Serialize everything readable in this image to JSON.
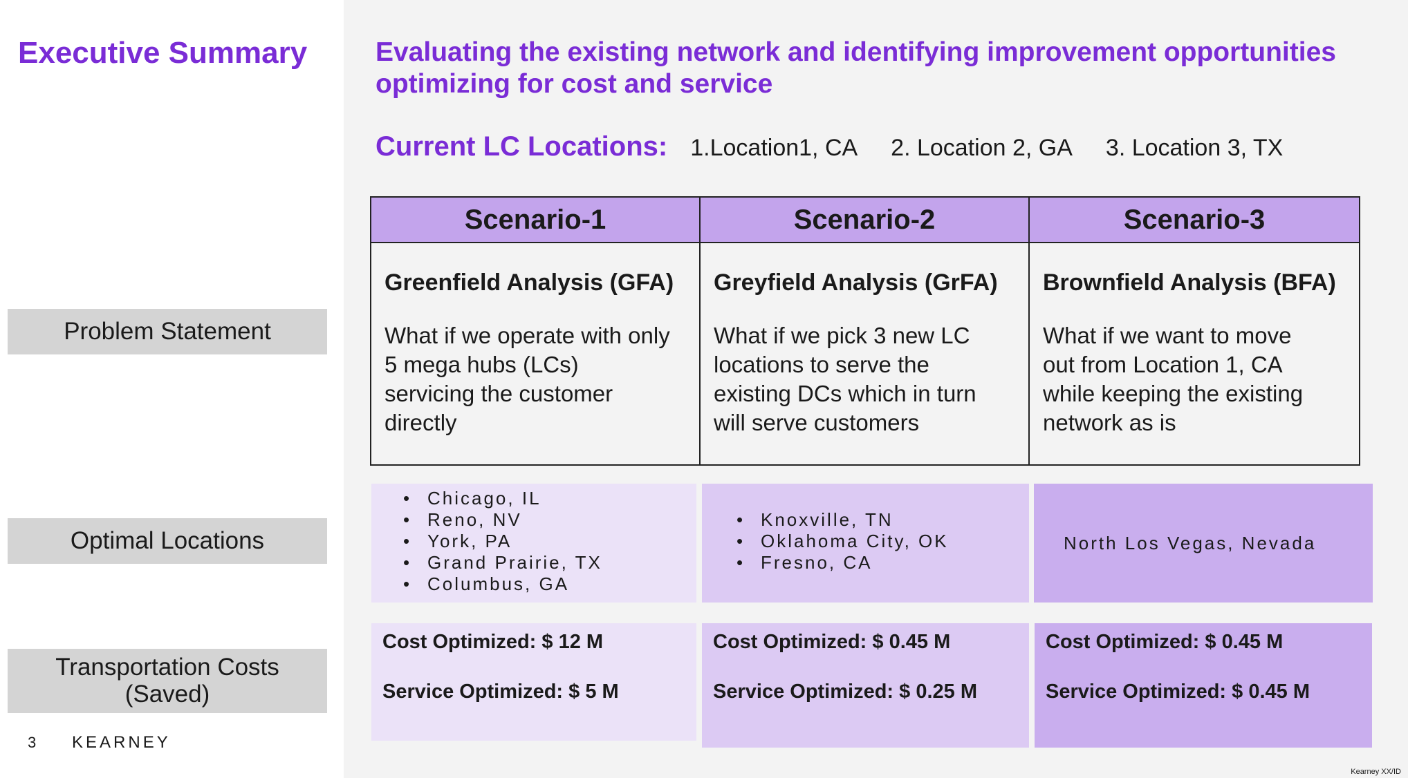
{
  "sidebar": {
    "title": "Executive Summary",
    "row_labels": {
      "problem": "Problem Statement",
      "locations": "Optimal Locations",
      "costs_line1": "Transportation Costs",
      "costs_line2": "(Saved)"
    }
  },
  "footer": {
    "page_number": "3",
    "brand": "KEARNEY",
    "note": "Kearney XX/ID"
  },
  "main": {
    "headline_line1": "Evaluating the existing network and identifying improvement opportunities",
    "headline_line2": "optimizing for cost and service",
    "current_locations": {
      "label": "Current LC Locations:",
      "items": [
        "1.Location1, CA",
        "2. Location 2, GA",
        "3. Location 3, TX"
      ]
    },
    "scenarios": [
      {
        "header": "Scenario-1",
        "analysis": "Greenfield Analysis (GFA)",
        "problem_lines": [
          "What if we operate with only",
          "5 mega hubs (LCs)",
          "servicing the customer",
          "directly"
        ],
        "optimal_locations": [
          "Chicago, IL",
          "Reno, NV",
          "York, PA",
          "Grand Prairie, TX",
          "Columbus, GA"
        ],
        "cost_optimized": "Cost Optimized: $ 12 M",
        "service_optimized": "Service Optimized: $ 5 M"
      },
      {
        "header": "Scenario-2",
        "analysis": "Greyfield Analysis (GrFA)",
        "problem_lines": [
          "What if we pick 3 new LC",
          "locations to serve the",
          "existing DCs which in turn",
          "will serve customers"
        ],
        "optimal_locations": [
          "Knoxville, TN",
          "Oklahoma City, OK",
          "Fresno, CA"
        ],
        "cost_optimized": "Cost Optimized: $ 0.45 M",
        "service_optimized": "Service Optimized: $ 0.25 M"
      },
      {
        "header": "Scenario-3",
        "analysis": "Brownfield Analysis (BFA)",
        "problem_lines": [
          "What if we want to move",
          "out from Location 1, CA",
          "while keeping the existing",
          "network as is"
        ],
        "optimal_location_single": "North Los Vegas, Nevada",
        "cost_optimized": "Cost Optimized: $ 0.45 M",
        "service_optimized": "Service Optimized: $ 0.45 M"
      }
    ]
  },
  "colors": {
    "accent_purple": "#7a2cd6",
    "header_purple": "#c3a4ec",
    "scenario1_fill": "#ebe2f8",
    "scenario2_fill": "#dccaf3",
    "scenario3_fill": "#c9aeee",
    "label_gray": "#d4d4d4"
  }
}
